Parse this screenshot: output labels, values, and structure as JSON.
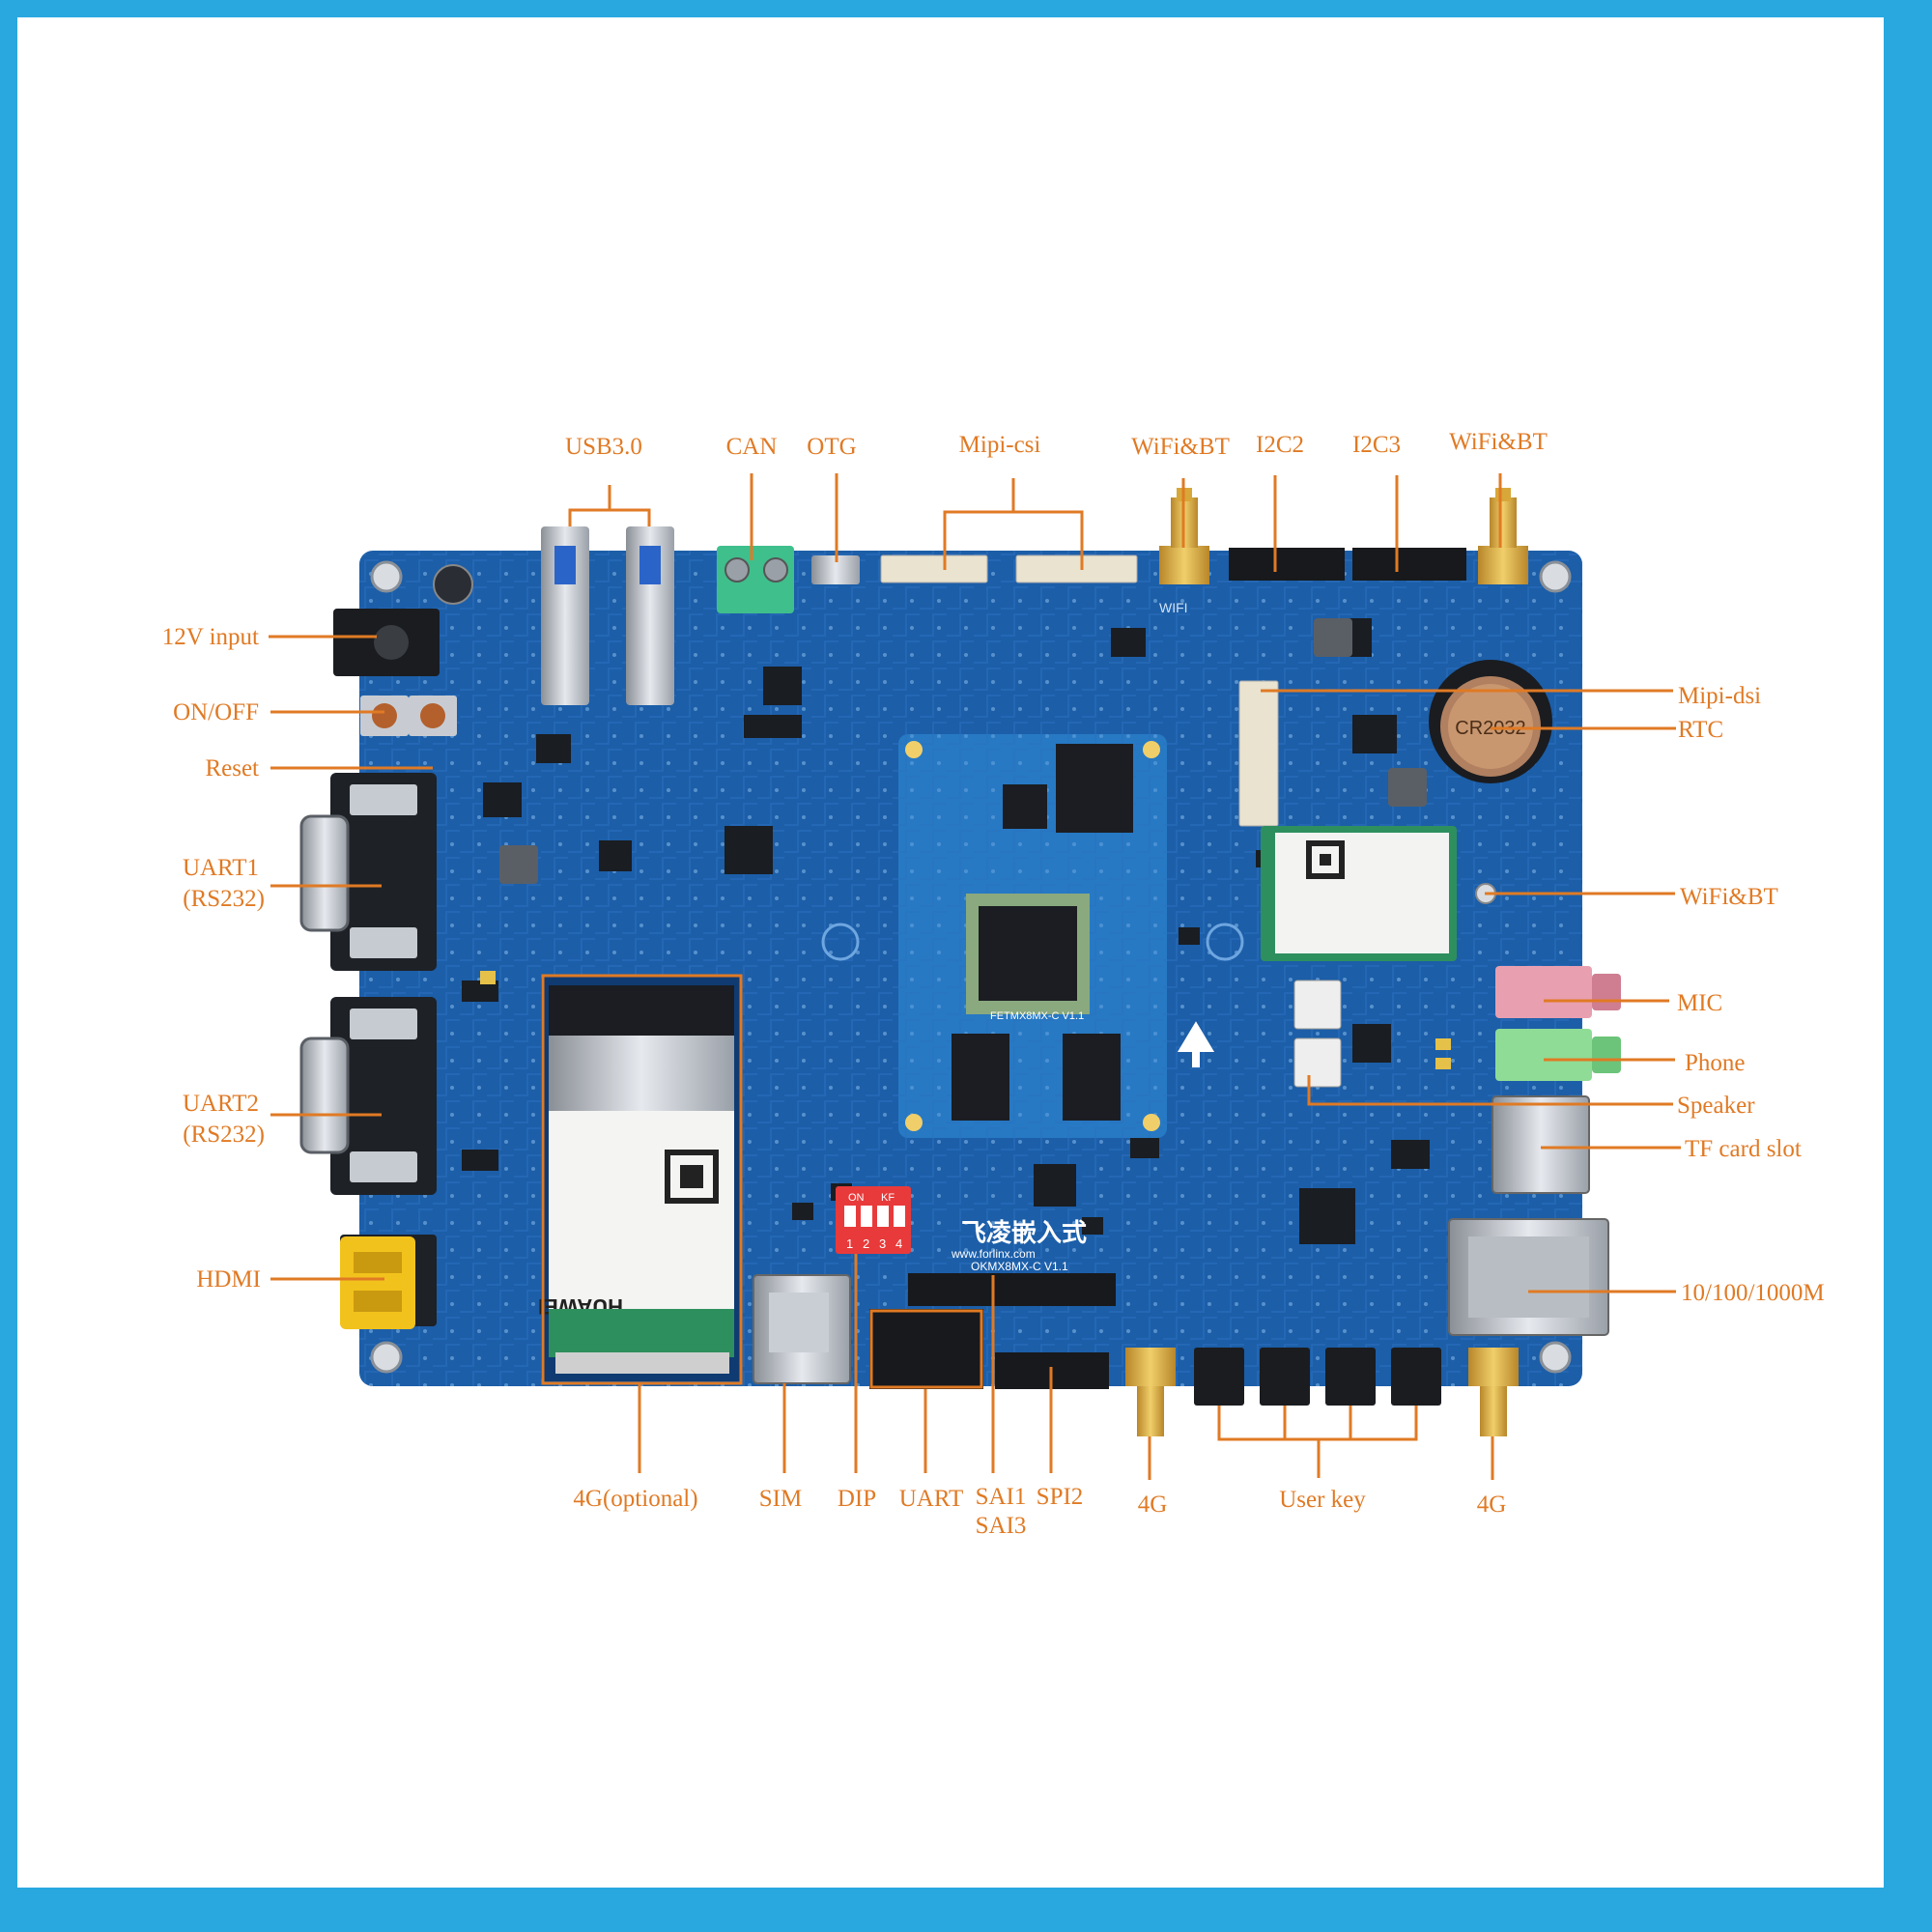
{
  "colors": {
    "border": "#29a8e0",
    "label": "#e07a24",
    "pcb": "#1c5ea8",
    "som": "#2779c4",
    "usb_blue": "#2b64c8",
    "can_green": "#3fbf8c",
    "mic_pink": "#e8a0b0",
    "phone_green": "#8fdc96",
    "dip_red": "#e83a3a",
    "hdmi_yellow": "#f2c21c",
    "gold": "#d8a73a"
  },
  "labels": {
    "usb30": "USB3.0",
    "can": "CAN",
    "otg": "OTG",
    "mipi_csi": "Mipi-csi",
    "wifibt_top1": "WiFi&BT",
    "i2c2": "I2C2",
    "i2c3": "I2C3",
    "wifibt_top2": "WiFi&BT",
    "input12v": "12V input",
    "onoff": "ON/OFF",
    "reset": "Reset",
    "uart1": "UART1",
    "uart1_sub": "(RS232)",
    "uart2": "UART2",
    "uart2_sub": "(RS232)",
    "hdmi": "HDMI",
    "mipi_dsi": "Mipi-dsi",
    "rtc": "RTC",
    "wifibt_right": "WiFi&BT",
    "mic": "MIC",
    "phone": "Phone",
    "speaker": "Speaker",
    "tf": "TF card slot",
    "eth": "10/100/1000M",
    "g4_optional": "4G(optional)",
    "sim": "SIM",
    "dip": "DIP",
    "uart": "UART",
    "sai1": "SAI1",
    "sai3": "SAI3",
    "spi2": "SPI2",
    "g4_left": "4G",
    "user_key": "User key",
    "g4_right": "4G"
  },
  "board": {
    "som_marking": "FETMX8MX-C V1.1",
    "carrier_marking": "OKMX8MX-C V1.1",
    "brand_cn": "飞凌嵌入式",
    "brand_web": "www.forlinx.com",
    "modem_brand": "HUAWEI",
    "dip_on": "ON",
    "dip_kf": "KF",
    "dip_numbers": [
      "1",
      "2",
      "3",
      "4"
    ],
    "rtc_cell": "CR2032",
    "wifi_antenna_mark": "WIFI"
  }
}
